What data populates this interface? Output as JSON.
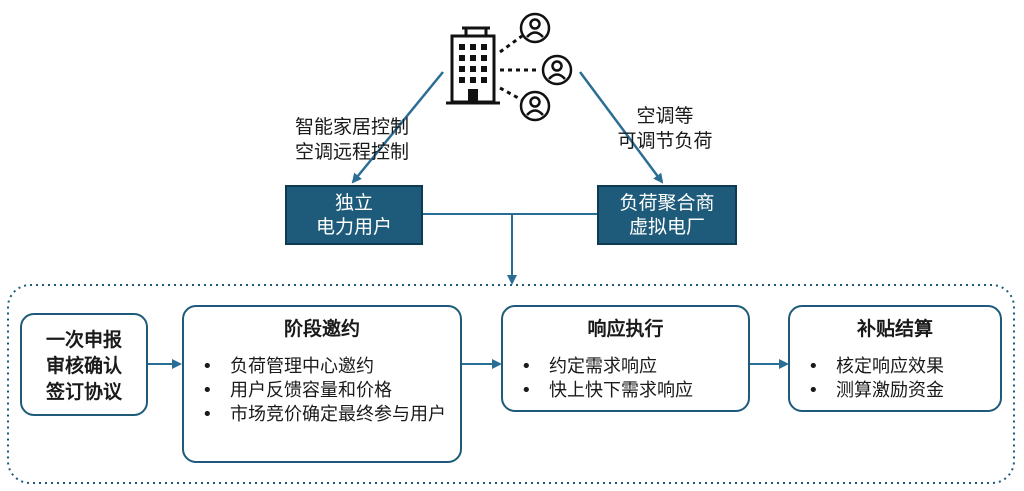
{
  "top_labels": {
    "left": [
      "智能家居控制",
      "空调远程控制"
    ],
    "right": [
      "空调等",
      "可调节负荷"
    ]
  },
  "boxes": {
    "independent_user": [
      "独立",
      "电力用户"
    ],
    "aggregator": [
      "负荷聚合商",
      "虚拟电厂"
    ]
  },
  "process": {
    "step1": [
      "一次申报",
      "审核确认",
      "签订协议"
    ],
    "step2": {
      "title": "阶段邀约",
      "items": [
        "负荷管理中心邀约",
        "用户反馈容量和价格",
        "市场竞价确定最终参与用户"
      ]
    },
    "step3": {
      "title": "响应执行",
      "items": [
        "约定需求响应",
        "快上快下需求响应"
      ]
    },
    "step4": {
      "title": "补贴结算",
      "items": [
        "核定响应效果",
        "测算激励资金"
      ]
    }
  },
  "icons": {
    "building": "building-icon",
    "users": "user-icon"
  },
  "colors": {
    "box_fill": "#1e5b7a",
    "border": "#1e5b7a",
    "arrow": "#2a6e96"
  }
}
